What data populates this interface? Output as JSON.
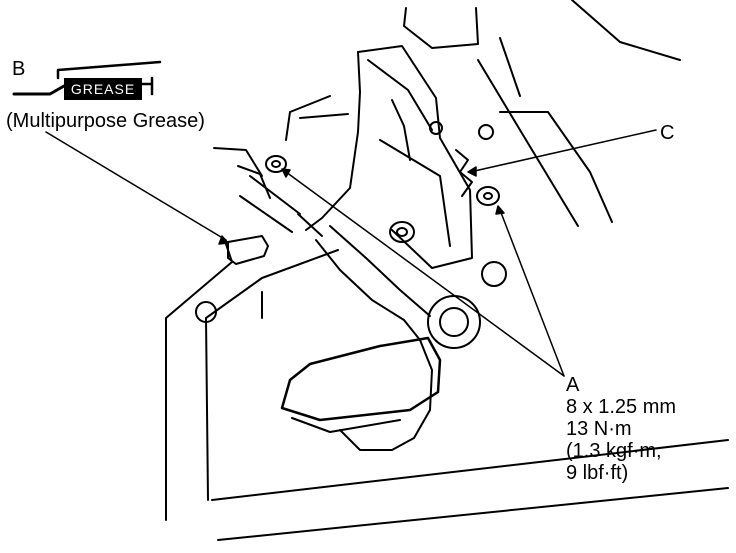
{
  "labels": {
    "b": "B",
    "grease_tag": "GREASE",
    "grease_note": "(Multipurpose Grease)",
    "c": "C",
    "a": "A"
  },
  "spec": {
    "size": "8 x 1.25 mm",
    "torque_nm": "13 N·m",
    "torque_kgf": "(1.3 kgf·m,",
    "torque_lbf": "9 lbf·ft)"
  },
  "colors": {
    "line": "#000000",
    "background": "#ffffff"
  }
}
